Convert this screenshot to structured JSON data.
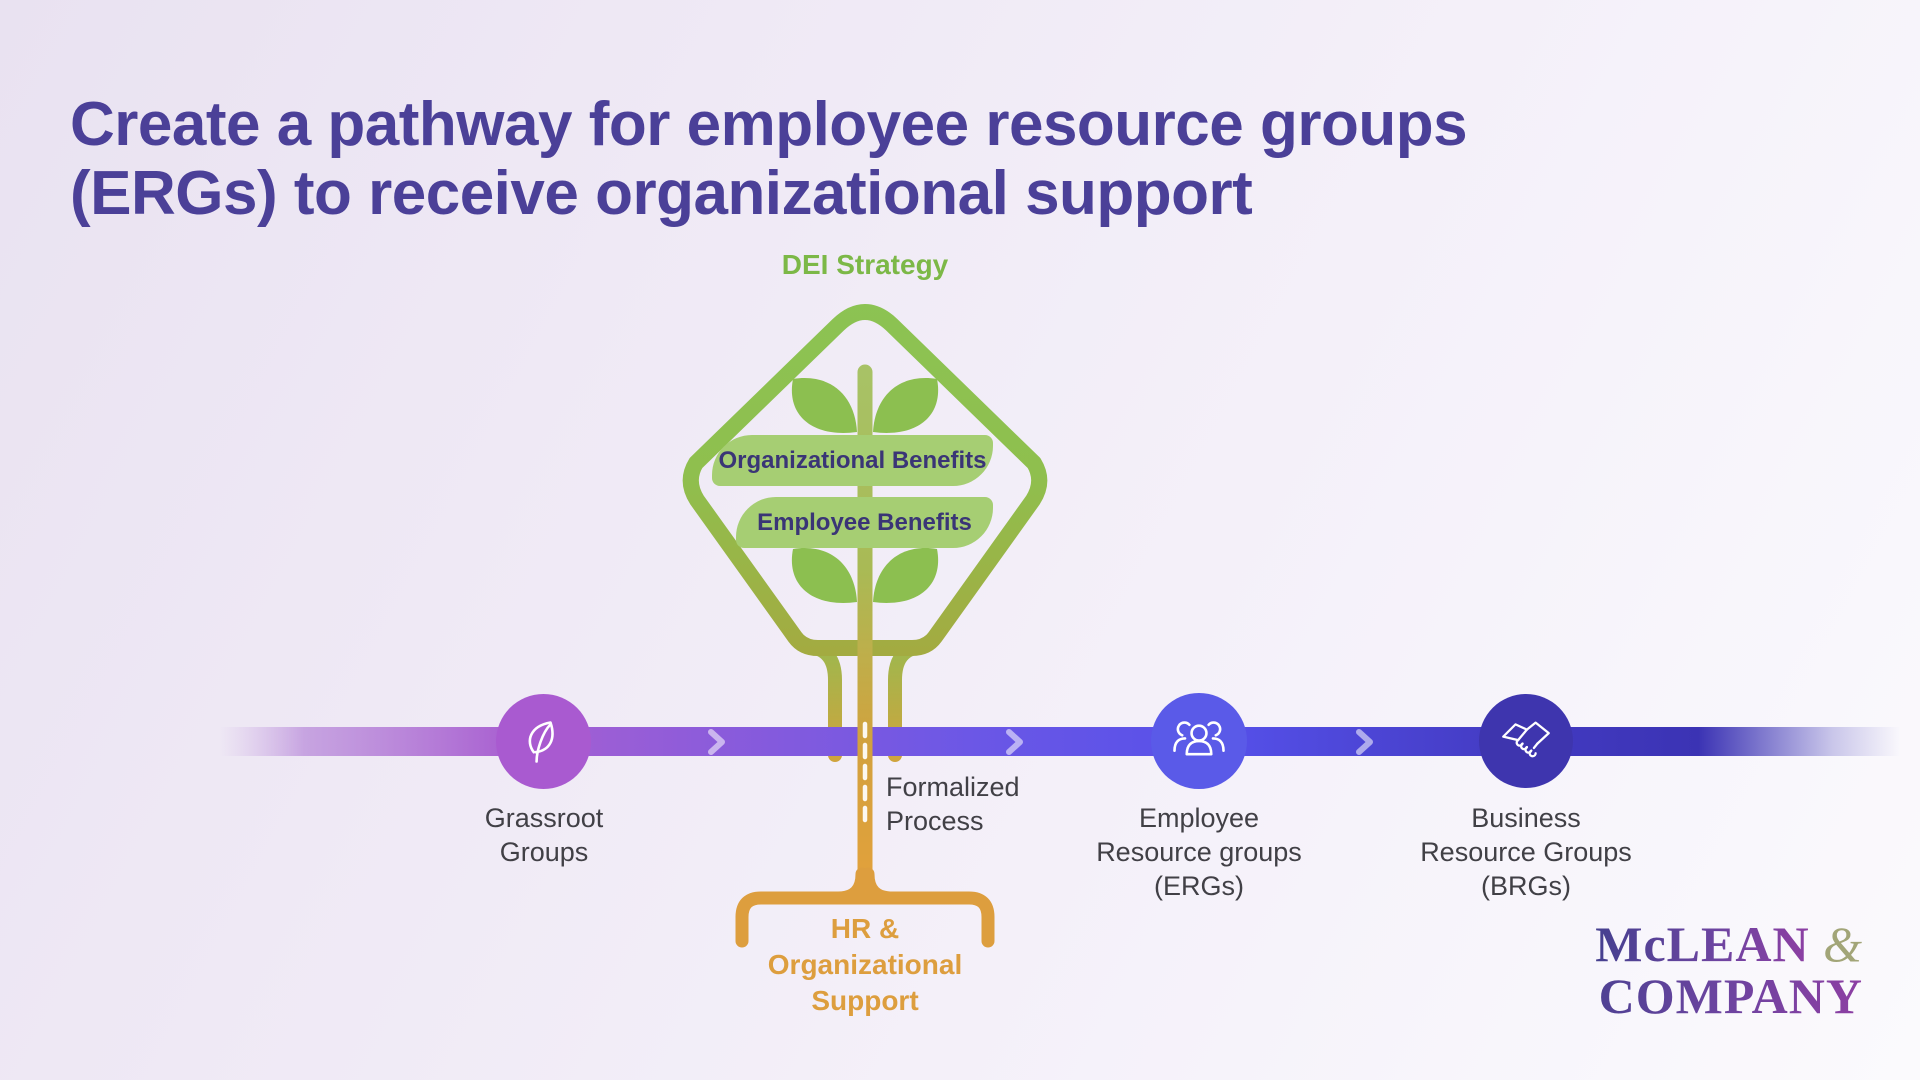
{
  "title": {
    "line1": "Create a pathway for employee resource groups",
    "line2": "(ERGs) to receive organizational support"
  },
  "tree": {
    "dei_label": "DEI Strategy",
    "banner_org": "Organizational Benefits",
    "banner_emp": "Employee Benefits"
  },
  "timeline": {
    "stage1": {
      "line1": "Grassroot",
      "line2": "Groups",
      "icon": "leaf-icon",
      "circle_color": "#a95ad0"
    },
    "stage2": {
      "line1": "Formalized",
      "line2": "Process"
    },
    "stage3": {
      "line1": "Employee",
      "line2": "Resource groups",
      "line3": "(ERGs)",
      "icon": "people-icon",
      "circle_color": "#5a5ae8"
    },
    "stage4": {
      "line1": "Business",
      "line2": "Resource Groups",
      "line3": "(BRGs)",
      "icon": "handshake-icon",
      "circle_color": "#3e35ae"
    },
    "connector_icon": "chevron-right-icon"
  },
  "support": {
    "line1": "HR &",
    "line2": "Organizational",
    "line3": "Support"
  },
  "logo": {
    "name": "McLEAN",
    "amp": "&",
    "company": "COMPANY"
  },
  "colors": {
    "title_text": "#4b4098",
    "dei_green": "#7cb847",
    "tree_green": "#8cc353",
    "tree_olive": "#a3ab41",
    "banner_bg": "#a6ce73",
    "banner_text": "#3a3576",
    "support_orange": "#dd9e3e",
    "bar_purple": "#a961d1",
    "bar_blue": "#5550e9",
    "bar_indigo": "#3b33b4",
    "label_gray": "#414046",
    "logo_indigo": "#45408f",
    "logo_purple": "#8d3fa3",
    "logo_amp_sage": "#a2a578"
  }
}
